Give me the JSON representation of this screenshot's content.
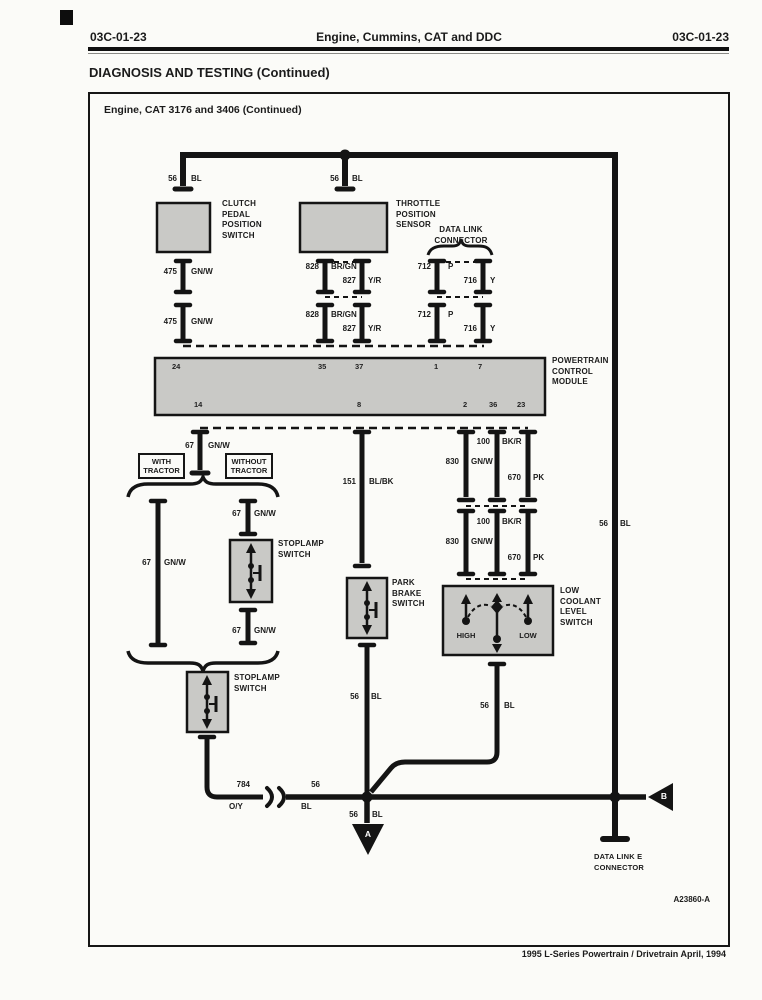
{
  "page": {
    "header_left": "03C-01-23",
    "header_center": "Engine, Cummins, CAT and DDC",
    "header_right": "03C-01-23",
    "section_title": "DIAGNOSIS AND TESTING (Continued)",
    "subsection_title": "Engine, CAT 3176 and 3406 (Continued)",
    "figure_id": "A23860-A",
    "footer": "1995 L-Series Powertrain / Drivetrain April, 1994"
  },
  "labels": {
    "clutch": "CLUTCH\nPEDAL\nPOSITION\nSWITCH",
    "throttle": "THROTTLE\nPOSITION\nSENSOR",
    "data_link_connector": "DATA LINK\nCONNECTOR",
    "pcm": "POWERTRAIN\nCONTROL\nMODULE",
    "with_tractor": "WITH\nTRACTOR",
    "without_tractor": "WITHOUT\nTRACTOR",
    "stoplamp_1": "STOPLAMP\nSWITCH",
    "stoplamp_2": "STOPLAMP\nSWITCH",
    "park_brake": "PARK\nBRAKE\nSWITCH",
    "low_coolant": "LOW\nCOOLANT\nLEVEL\nSWITCH",
    "high": "HIGH",
    "low": "LOW",
    "data_link_e": "DATA LINK E\nCONNECTOR",
    "ref_a": "A",
    "ref_b": "B"
  },
  "pcm_pins": {
    "top": [
      "24",
      "35",
      "37",
      "1",
      "7"
    ],
    "bottom": [
      "14",
      "8",
      "2",
      "36",
      "23"
    ]
  },
  "wires": {
    "w56_clutch": {
      "num": "56",
      "code": "BL"
    },
    "w56_tps": {
      "num": "56",
      "code": "BL"
    },
    "w475_a": {
      "num": "475",
      "code": "GN/W"
    },
    "w475_b": {
      "num": "475",
      "code": "GN/W"
    },
    "w828_a": {
      "num": "828",
      "code": "BR/GN"
    },
    "w827_a": {
      "num": "827",
      "code": "Y/R"
    },
    "w828_b": {
      "num": "828",
      "code": "BR/GN"
    },
    "w827_b": {
      "num": "827",
      "code": "Y/R"
    },
    "w712_a": {
      "num": "712",
      "code": "P"
    },
    "w716_a": {
      "num": "716",
      "code": "Y"
    },
    "w712_b": {
      "num": "712",
      "code": "P"
    },
    "w716_b": {
      "num": "716",
      "code": "Y"
    },
    "w67_pcm": {
      "num": "67",
      "code": "GN/W"
    },
    "w151": {
      "num": "151",
      "code": "BL/BK"
    },
    "w100_a": {
      "num": "100",
      "code": "BK/R"
    },
    "w830_a": {
      "num": "830",
      "code": "GN/W"
    },
    "w670_a": {
      "num": "670",
      "code": "PK"
    },
    "w100_b": {
      "num": "100",
      "code": "BK/R"
    },
    "w830_b": {
      "num": "830",
      "code": "GN/W"
    },
    "w670_b": {
      "num": "670",
      "code": "PK"
    },
    "w67_left": {
      "num": "67",
      "code": "GN/W"
    },
    "w67_stop_top": {
      "num": "67",
      "code": "GN/W"
    },
    "w67_stop_bot": {
      "num": "67",
      "code": "GN/W"
    },
    "w56_right": {
      "num": "56",
      "code": "BL"
    },
    "w56_park": {
      "num": "56",
      "code": "BL"
    },
    "w56_coolant": {
      "num": "56",
      "code": "BL"
    },
    "w784": {
      "num": "784",
      "code": "O/Y"
    },
    "w56_bottom": {
      "num": "56",
      "code": "BL"
    },
    "w56_ref_a": {
      "num": "56",
      "code": "BL"
    }
  },
  "colors": {
    "wire": "#141414",
    "box_fill": "#c9c9c6",
    "paper": "#fbfbf8"
  }
}
